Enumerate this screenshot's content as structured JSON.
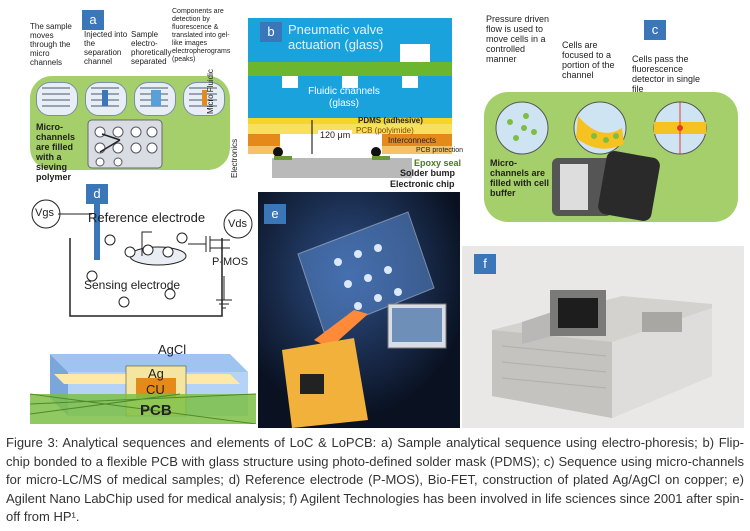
{
  "panel_a": {
    "tag": "a",
    "steps": [
      "The sample moves through the micro channels",
      "Injected into the separation channel",
      "Sample electro-phoretically separated",
      "Components are detection by fluorescence & translated into gel-like images electropherograms (peaks)"
    ],
    "note": "Micro-channels are filled with a sieving polymer"
  },
  "panel_b": {
    "tag": "b",
    "title": "Pneumatic valve actuation (glass)",
    "fluidic": "Fluidic channels (glass)",
    "side_top": "Micro Fluidic",
    "side_bottom": "Electronics",
    "dimension": "120 μm",
    "layers": [
      "PDMS (adhesive)",
      "PCB (polyimide)",
      "Interconnects",
      "PCB protection"
    ],
    "epoxy": "Epoxy seal",
    "bump": "Solder bump",
    "chip": "Electronic chip"
  },
  "panel_c": {
    "tag": "c",
    "steps": [
      "Pressure driven flow is used to move cells in a controlled manner",
      "Cells are focused to a portion of the channel",
      "Cells pass the fluorescence detector in single file"
    ],
    "note": "Micro-channels are filled with cell buffer"
  },
  "panel_d": {
    "tag": "d",
    "vgs": "Vgs",
    "vds": "Vds",
    "reference": "Reference electrode",
    "sensing": "Sensing electrode",
    "pmos": "P-MOS",
    "agcl": "AgCl",
    "ag": "Ag",
    "cu": "CU",
    "pcb": "PCB"
  },
  "panel_e": {
    "tag": "e"
  },
  "panel_f": {
    "tag": "f"
  },
  "caption": "Figure 3: Analytical sequences and elements of LoC & LoPCB: a) Sample analytical sequence using electro-phoresis; b) Flip-chip bonded to a flexible PCB with glass structure using photo-defined solder mask (PDMS); c) Sequence using micro-channels for micro-LC/MS of medical samples; d) Reference electrode (P-MOS), Bio-FET, construction of plated Ag/AgCl on copper; e) Agilent Nano LabChip used for medical analysis; f) Agilent Technologies has been involved in life sciences since 2001 after spin-off from HP¹.",
  "colors": {
    "tag_blue": "#3a76b8",
    "green_panel": "#a5cf6a",
    "glass_blue": "#1aa2dc",
    "pdms_yellow": "#f5d52a",
    "pcb_orange": "#e38a1b",
    "epoxy_green": "#6a9a35"
  }
}
